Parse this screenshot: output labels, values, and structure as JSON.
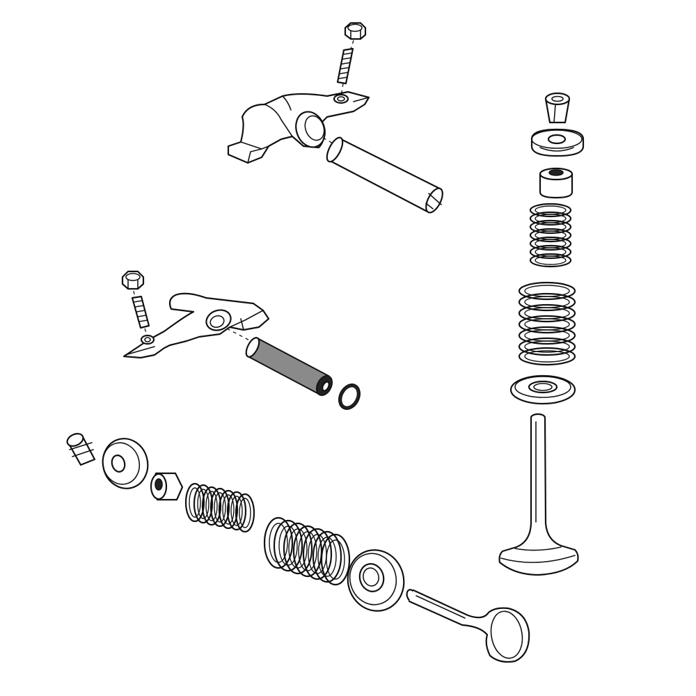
{
  "diagram": {
    "background": "#ffffff",
    "line_color": "#111111",
    "shaded_part_color": "#8a8a8a",
    "parts": [
      "upper-rocker-arm",
      "upper-adjuster-screw",
      "upper-lock-nut",
      "upper-rocker-shaft",
      "lower-rocker-arm",
      "lower-adjuster-screw",
      "lower-lock-nut",
      "lower-rocker-shaft",
      "shaft-circlip",
      "vertical-valve-collets",
      "vertical-spring-retainer",
      "vertical-valve-stem-seal",
      "vertical-inner-spring",
      "vertical-outer-spring",
      "vertical-spring-seat",
      "vertical-valve",
      "horizontal-valve-collets",
      "horizontal-spring-retainer",
      "horizontal-valve-stem-seal",
      "horizontal-inner-spring",
      "horizontal-outer-spring",
      "horizontal-spring-seat",
      "horizontal-valve"
    ]
  }
}
